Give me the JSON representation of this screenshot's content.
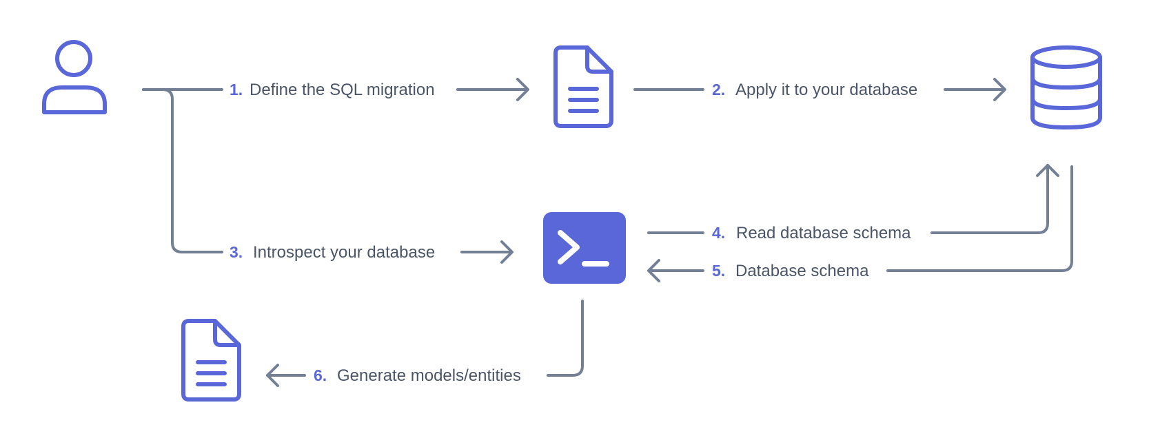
{
  "colors": {
    "accent": "#5a67d8",
    "connector": "#727f95",
    "label_text": "#4a5568"
  },
  "nodes": {
    "user": {
      "icon": "user-icon"
    },
    "migration_file": {
      "icon": "document-icon"
    },
    "database": {
      "icon": "database-icon"
    },
    "cli": {
      "icon": "terminal-icon"
    },
    "generated_file": {
      "icon": "document-icon"
    }
  },
  "steps": [
    {
      "number": "1.",
      "label": "Define the SQL migration"
    },
    {
      "number": "2.",
      "label": "Apply it to your database"
    },
    {
      "number": "3.",
      "label": "Introspect your database"
    },
    {
      "number": "4.",
      "label": "Read database schema"
    },
    {
      "number": "5.",
      "label": "Database schema"
    },
    {
      "number": "6.",
      "label": "Generate models/entities"
    }
  ]
}
